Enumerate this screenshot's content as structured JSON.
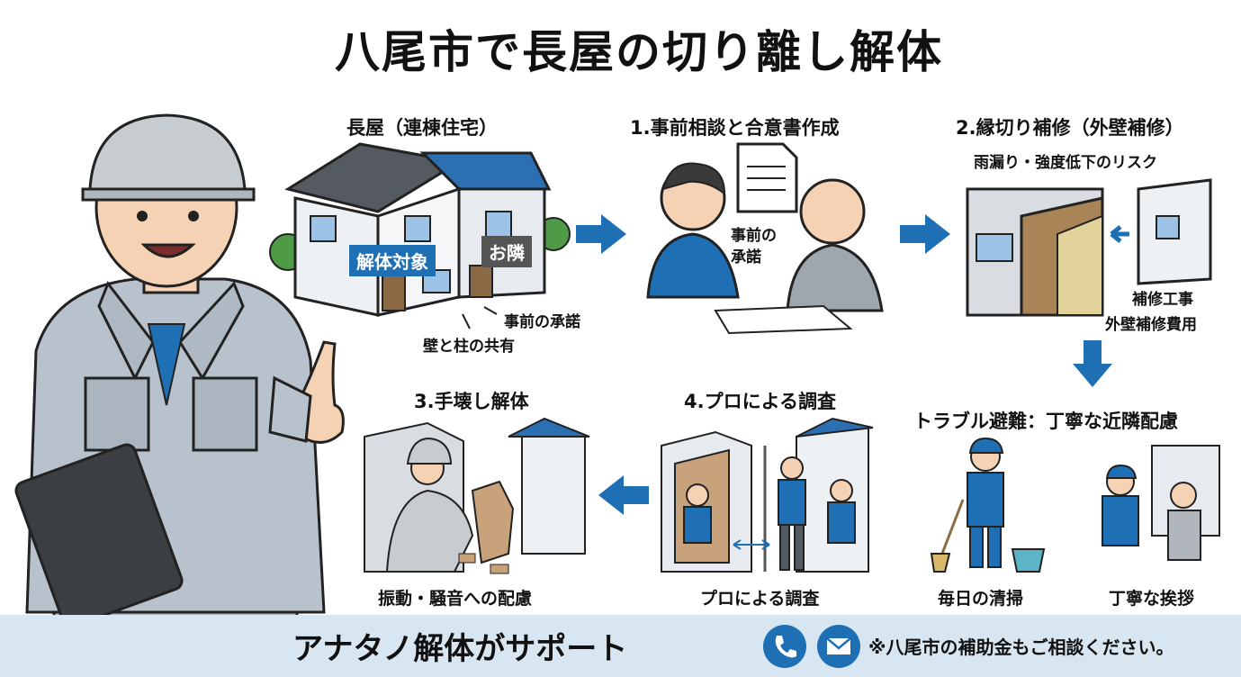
{
  "title": "八尾市で長屋の切り離し解体",
  "sections": {
    "nagaya": {
      "title": "長屋（連棟住宅）",
      "tag_demolish": "解体対象",
      "tag_neighbor": "お隣",
      "note_consent": "事前の承諾",
      "note_shared": "壁と柱の共有"
    },
    "step1": {
      "title": "1.事前相談と合意書作成",
      "note": "事前の\n承諾"
    },
    "step2": {
      "title": "2.縁切り補修（外壁補修）",
      "note_risk": "雨漏り・強度低下のリスク",
      "note_repair": "補修工事",
      "note_cost": "外壁補修費用"
    },
    "trouble": {
      "title": "トラブル避難：丁寧な近隣配慮",
      "cap_clean": "毎日の清掃",
      "cap_greet": "丁寧な挨拶"
    },
    "step3": {
      "title": "3.手壊し解体",
      "caption": "振動・騒音への配慮"
    },
    "step4": {
      "title": "4.プロによる調査",
      "caption": "プロによる調査"
    }
  },
  "footer": {
    "text": "アナタノ解体がサポート",
    "note": "※八尾市の補助金もご相談ください。",
    "icons": [
      "phone-icon",
      "mail-icon"
    ]
  },
  "colors": {
    "accent_blue": "#1f6fb5",
    "tag_gray": "#555555",
    "footer_bg": "#d7e6f1"
  }
}
